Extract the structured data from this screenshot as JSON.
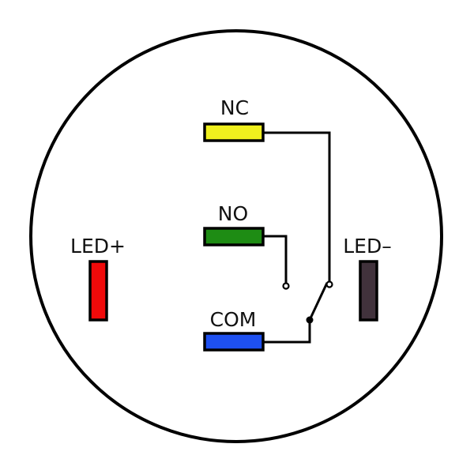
{
  "labels": {
    "nc": "NC",
    "no": "NO",
    "com": "COM",
    "led_plus": "LED+",
    "led_minus": "LED–"
  },
  "colors": {
    "outline": "#000000",
    "nc": "#f0f01e",
    "no": "#1e8c14",
    "com": "#1e50f0",
    "led_plus": "#f00a0a",
    "led_minus": "#41323c"
  }
}
